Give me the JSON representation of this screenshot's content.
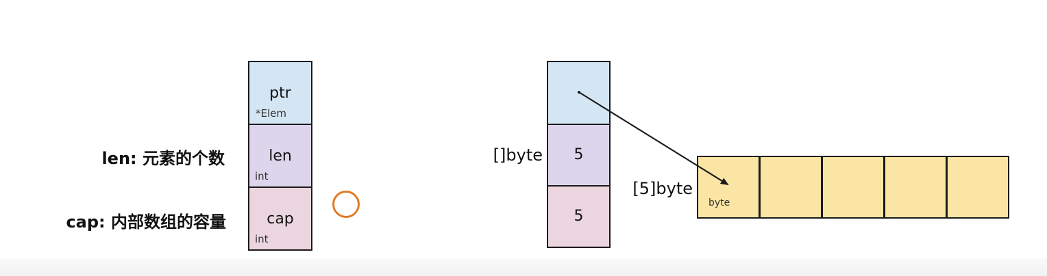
{
  "slice_struct": {
    "ptr": {
      "label": "ptr",
      "type": "*Elem",
      "color": "#d4e5f4"
    },
    "len": {
      "label": "len",
      "type": "int",
      "color": "#ddd5ec"
    },
    "cap": {
      "label": "cap",
      "type": "int",
      "color": "#ebd5df"
    }
  },
  "descriptions": {
    "len": "len: 元素的个数",
    "cap": "cap: 内部数组的容量"
  },
  "example_slice": {
    "type_label": "[]byte",
    "len_value": "5",
    "cap_value": "5"
  },
  "backing_array": {
    "type_label": "[5]byte",
    "element_type": "byte",
    "length": 5,
    "color": "#fbe5a4"
  },
  "colors": {
    "marker": "#e07b24",
    "border": "#1a1a1a"
  }
}
